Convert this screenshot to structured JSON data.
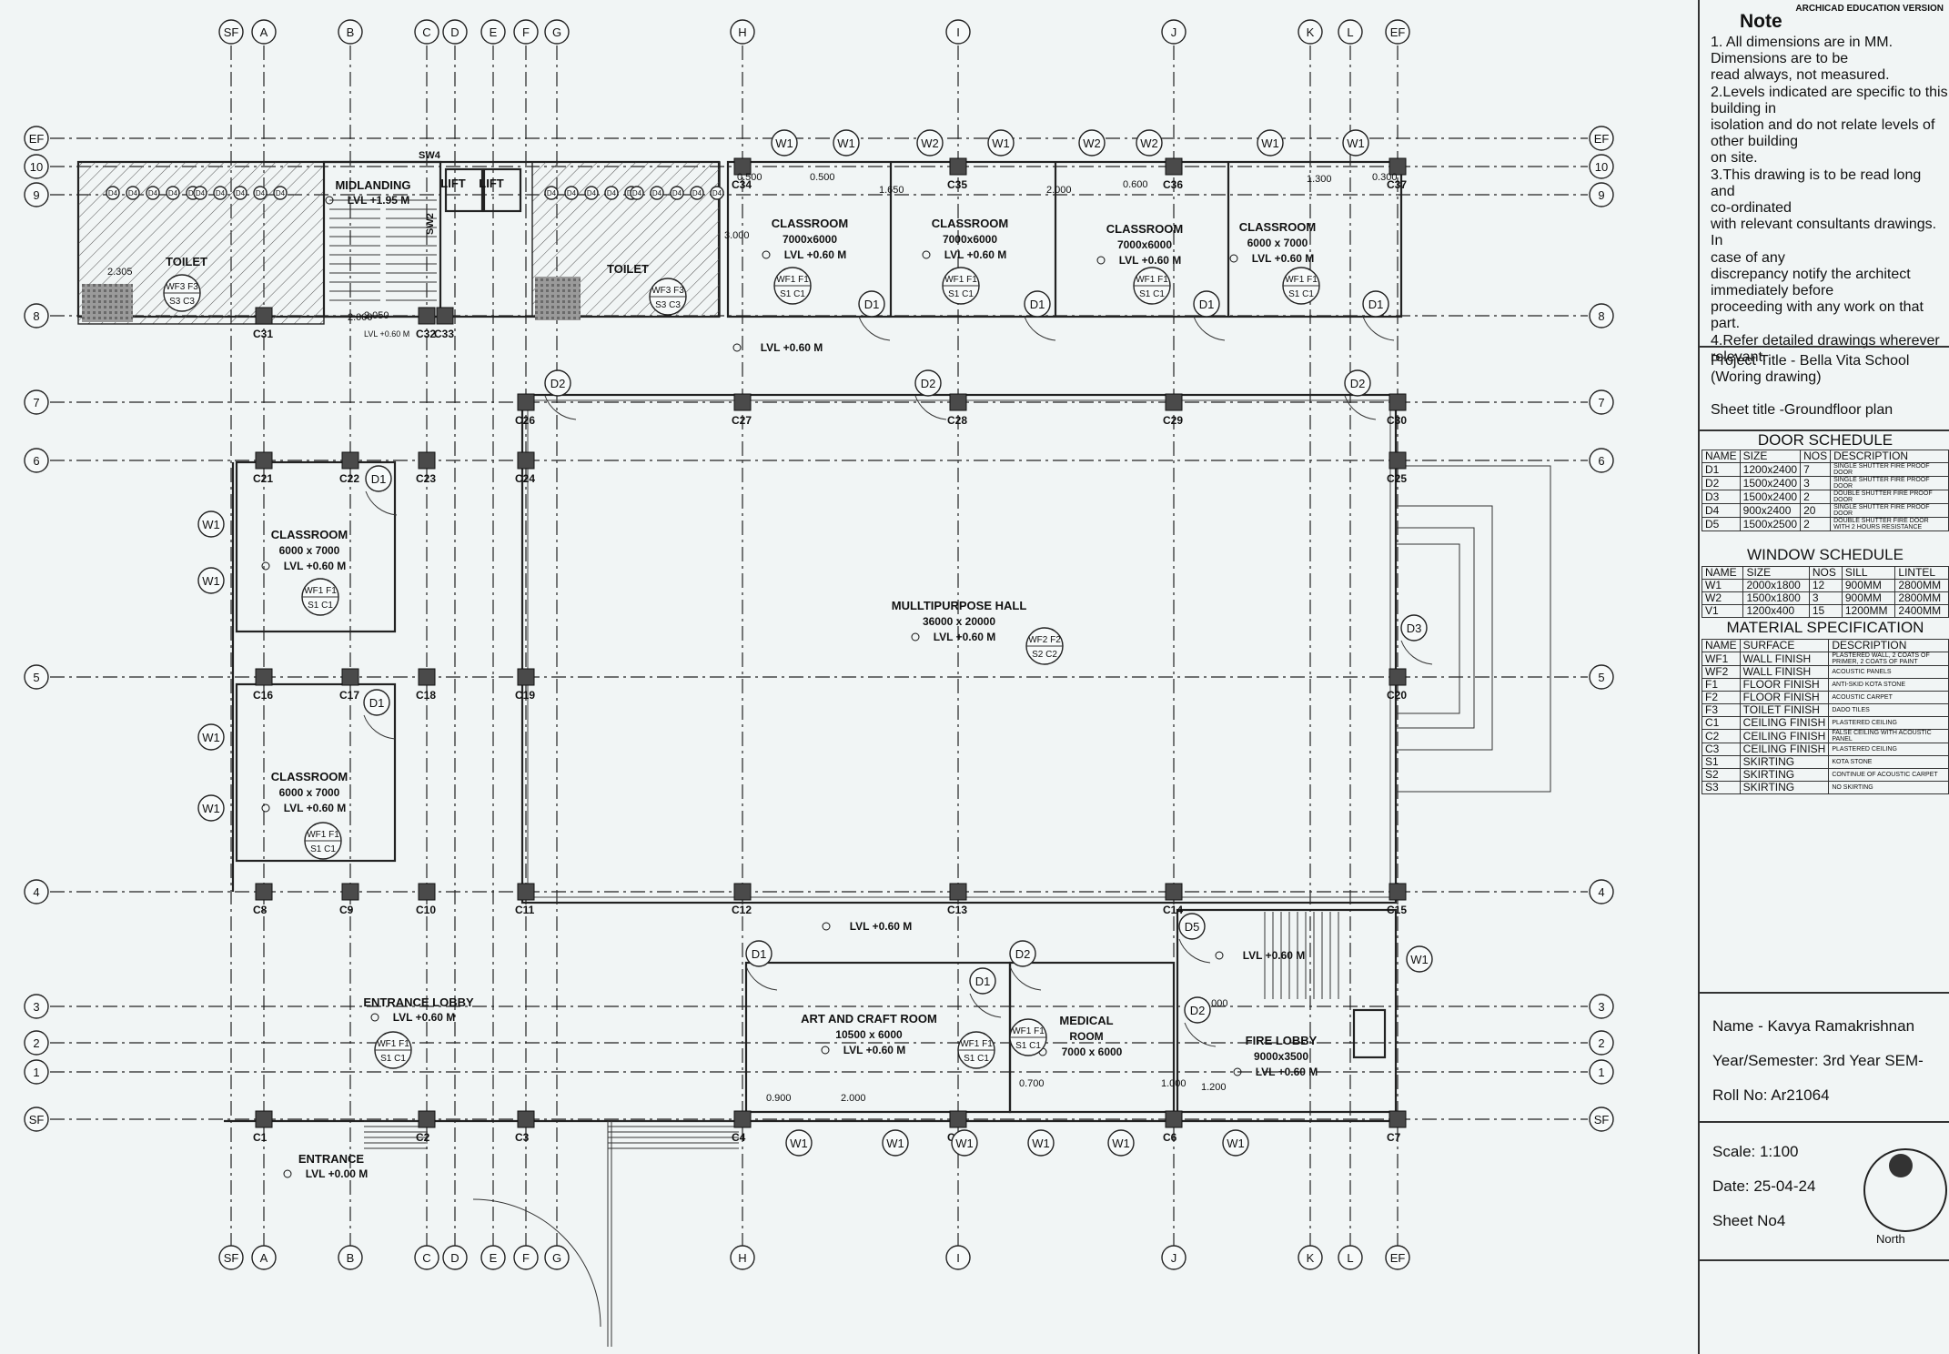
{
  "edition": "ARCHICAD EDUCATION VERSION",
  "note": {
    "heading": "Note",
    "lines": [
      "1. All dimensions are in MM.",
      "Dimensions are to be",
      "read always, not measured.",
      "2.Levels indicated are specific to this",
      "building in",
      "isolation and do not relate levels of",
      "other building",
      "on site.",
      "3.This drawing is to be read long and",
      "co-ordinated",
      "with relevant consultants drawings. In",
      "case of any",
      "discrepancy notify the architect",
      "immediately before",
      "proceeding with any work on that",
      "part.",
      "4.Refer detailed drawings wherever",
      "relevant."
    ]
  },
  "project": {
    "title_line1": "Project Title - Bella Vita School",
    "title_line2": "(Woring drawing)",
    "sheet_title": "Sheet title -Groundfloor plan"
  },
  "door_schedule": {
    "heading": "DOOR SCHEDULE",
    "columns": [
      "NAME",
      "SIZE",
      "NOS",
      "DESCRIPTION"
    ],
    "rows": [
      [
        "D1",
        "1200x2400",
        "7",
        "SINGLE SHUTTER FIRE PROOF DOOR"
      ],
      [
        "D2",
        "1500x2400",
        "3",
        "SINGLE SHUTTER FIRE PROOF DOOR"
      ],
      [
        "D3",
        "1500x2400",
        "2",
        "DOUBLE SHUTTER FIRE PROOF DOOR"
      ],
      [
        "D4",
        "900x2400",
        "20",
        "SINGLE SHUTTER FIRE PROOF DOOR"
      ],
      [
        "D5",
        "1500x2500",
        "2",
        "DOUBLE SHUTTER FIRE DOOR WITH 2 HOURS RESISTANCE"
      ]
    ]
  },
  "window_schedule": {
    "heading": "WINDOW SCHEDULE",
    "columns": [
      "NAME",
      "SIZE",
      "NOS",
      "SILL",
      "LINTEL"
    ],
    "rows": [
      [
        "W1",
        "2000x1800",
        "12",
        "900MM",
        "2800MM"
      ],
      [
        "W2",
        "1500x1800",
        "3",
        "900MM",
        "2800MM"
      ],
      [
        "V1",
        "1200x400",
        "15",
        "1200MM",
        "2400MM"
      ]
    ]
  },
  "material_spec": {
    "heading": "MATERIAL SPECIFICATION",
    "columns": [
      "NAME",
      "SURFACE",
      "DESCRIPTION"
    ],
    "rows": [
      [
        "WF1",
        "WALL FINISH",
        "PLASTERED WALL, 2 COATS OF PRIMER, 2 COATS OF PAINT"
      ],
      [
        "WF2",
        "WALL FINISH",
        "ACOUSTIC PANELS"
      ],
      [
        "F1",
        "FLOOR FINISH",
        "ANTI-SKID KOTA STONE"
      ],
      [
        "F2",
        "FLOOR FINISH",
        "ACOUSTIC CARPET"
      ],
      [
        "F3",
        "TOILET FINISH",
        "DADO TILES"
      ],
      [
        "C1",
        "CEILING FINISH",
        "PLASTERED CEILING"
      ],
      [
        "C2",
        "CEILING FINISH",
        "FALSE CEILING WITH ACOUSTIC PANEL"
      ],
      [
        "C3",
        "CEILING FINISH",
        "PLASTERED CEILING"
      ],
      [
        "S1",
        "SKIRTING",
        "KOTA STONE"
      ],
      [
        "S2",
        "SKIRTING",
        "CONTINUE OF ACOUSTIC CARPET"
      ],
      [
        "S3",
        "SKIRTING",
        "NO SKIRTING"
      ]
    ]
  },
  "student": {
    "name": "Name -  Kavya Ramakrishnan",
    "year": "Year/Semester: 3rd Year SEM-",
    "roll": "Roll No: Ar21064"
  },
  "sheet": {
    "scale": "Scale: 1:100",
    "date": "Date: 25-04-24",
    "sheet_no": "Sheet No4",
    "north": "North"
  },
  "plan": {
    "grid_cols": [
      "SF",
      "A",
      "B",
      "C",
      "D",
      "E",
      "F",
      "G",
      "H",
      "I",
      "J",
      "K",
      "L",
      "EF"
    ],
    "grid_rows": [
      "EF",
      "10",
      "9",
      "8",
      "7",
      "6",
      "5",
      "4",
      "3",
      "2",
      "1",
      "SF"
    ],
    "rooms": [
      {
        "name": "TOILET",
        "dims": "",
        "level": ""
      },
      {
        "name": "MIDLANDING",
        "dims": "",
        "level": "LVL +1.95 M"
      },
      {
        "name": "LIFT",
        "dims": "",
        "level": ""
      },
      {
        "name": "LIFT",
        "dims": "",
        "level": ""
      },
      {
        "name": "TOILET",
        "dims": "",
        "level": ""
      },
      {
        "name": "CLASSROOM",
        "dims": "7000x6000",
        "level": "LVL +0.60 M"
      },
      {
        "name": "CLASSROOM",
        "dims": "7000x6000",
        "level": "LVL +0.60 M"
      },
      {
        "name": "CLASSROOM",
        "dims": "7000x6000",
        "level": "LVL +0.60 M"
      },
      {
        "name": "CLASSROOM",
        "dims": "6000 x 7000",
        "level": "LVL +0.60 M"
      },
      {
        "name": "CLASSROOM",
        "dims": "6000 x 7000",
        "level": "LVL +0.60 M"
      },
      {
        "name": "CLASSROOM",
        "dims": "6000 x 7000",
        "level": "LVL +0.60 M"
      },
      {
        "name": "MULLTIPURPOSE    HALL",
        "dims": "36000 x 20000",
        "level": "LVL +0.60 M"
      },
      {
        "name": "ART AND CRAFT ROOM",
        "dims": "10500 x 6000",
        "level": "LVL +0.60 M"
      },
      {
        "name": "MEDICAL",
        "dims": "ROOM",
        "level": "7000 x 6000"
      },
      {
        "name": "FIRE LOBBY",
        "dims": "9000x3500",
        "level": "LVL +0.60 M"
      },
      {
        "name": "ENTRANCE LOBBY",
        "dims": "",
        "level": "LVL +0.60 M"
      },
      {
        "name": "ENTRANCE",
        "dims": "",
        "level": "LVL +0.00 M"
      }
    ],
    "levels": [
      "LVL +0.60 M",
      "LVL +0.60 M",
      "LVL +0.60 M"
    ],
    "finish_tags": [
      "WF1 F1 S1 C1",
      "WF2 F2 S2 C2",
      "WF3 F3 S3 C3"
    ],
    "door_tags": [
      "D1",
      "D2",
      "D3",
      "D4",
      "D5"
    ],
    "window_tags": [
      "W1",
      "W2"
    ],
    "columns": [
      "C1",
      "C2",
      "C3",
      "C4",
      "C5",
      "C6",
      "C7",
      "C8",
      "C9",
      "C10",
      "C11",
      "C12",
      "C13",
      "C14",
      "C15",
      "C16",
      "C17",
      "C18",
      "C19",
      "C20",
      "C21",
      "C22",
      "C23",
      "C24",
      "C25",
      "C26",
      "C27",
      "C28",
      "C29",
      "C30",
      "C31",
      "C32",
      "C33",
      "C34",
      "C35",
      "C36",
      "C37"
    ],
    "dimensions": [
      "0.500",
      "0.500",
      "1.650",
      "2.000",
      "0.600",
      "1.300",
      "0.300",
      "3.000",
      "2.305",
      "2.000",
      "2.050",
      "1.000",
      "0.900",
      "2.000",
      "0.700",
      "1.000",
      "1.200"
    ],
    "stair_note": "LVL +0.60 M",
    "swa": "SW4",
    "swb": "SW2"
  }
}
